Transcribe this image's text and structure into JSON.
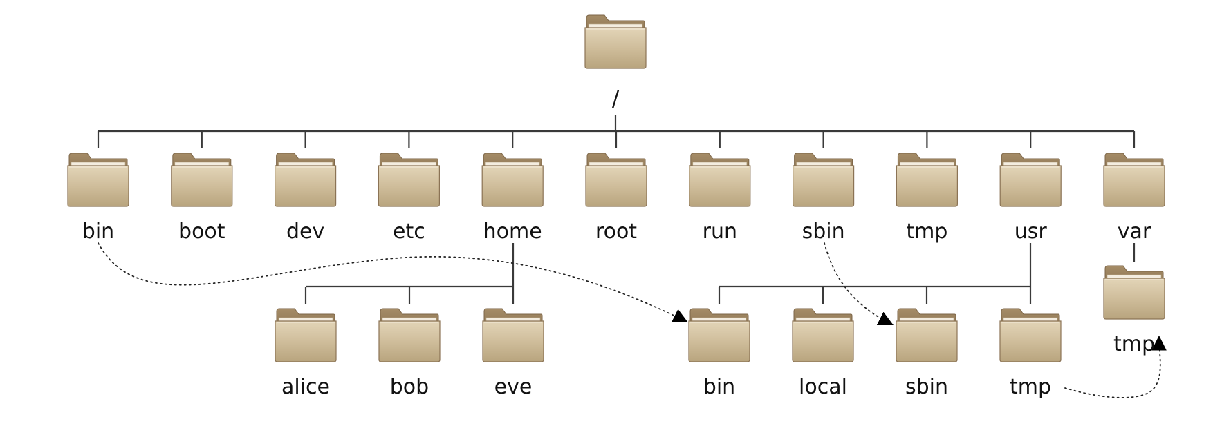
{
  "diagram": {
    "root": {
      "label": "/",
      "icon": "folder-icon"
    },
    "top_level": [
      {
        "label": "bin",
        "icon": "folder-icon"
      },
      {
        "label": "boot",
        "icon": "folder-icon"
      },
      {
        "label": "dev",
        "icon": "folder-icon"
      },
      {
        "label": "etc",
        "icon": "folder-icon"
      },
      {
        "label": "home",
        "icon": "folder-icon"
      },
      {
        "label": "root",
        "icon": "folder-icon"
      },
      {
        "label": "run",
        "icon": "folder-icon"
      },
      {
        "label": "sbin",
        "icon": "folder-icon"
      },
      {
        "label": "tmp",
        "icon": "folder-icon"
      },
      {
        "label": "usr",
        "icon": "folder-icon"
      },
      {
        "label": "var",
        "icon": "folder-icon"
      }
    ],
    "home_children": [
      {
        "label": "alice",
        "icon": "folder-icon"
      },
      {
        "label": "bob",
        "icon": "folder-icon"
      },
      {
        "label": "eve",
        "icon": "folder-icon"
      }
    ],
    "usr_children": [
      {
        "label": "bin",
        "icon": "folder-icon"
      },
      {
        "label": "local",
        "icon": "folder-icon"
      },
      {
        "label": "sbin",
        "icon": "folder-icon"
      },
      {
        "label": "tmp",
        "icon": "folder-icon"
      }
    ],
    "var_children": [
      {
        "label": "tmp",
        "icon": "folder-icon"
      }
    ],
    "symlinks": [
      {
        "from": "/bin",
        "to": "/usr/bin"
      },
      {
        "from": "/sbin",
        "to": "/usr/sbin"
      },
      {
        "from": "/usr/tmp",
        "to": "/var/tmp"
      }
    ],
    "colors": {
      "folder_body": "#c9b896",
      "folder_tab": "#9c8462",
      "folder_outline": "#8b7355",
      "tree_line": "#3a3a3a",
      "link_line": "#222222"
    }
  }
}
